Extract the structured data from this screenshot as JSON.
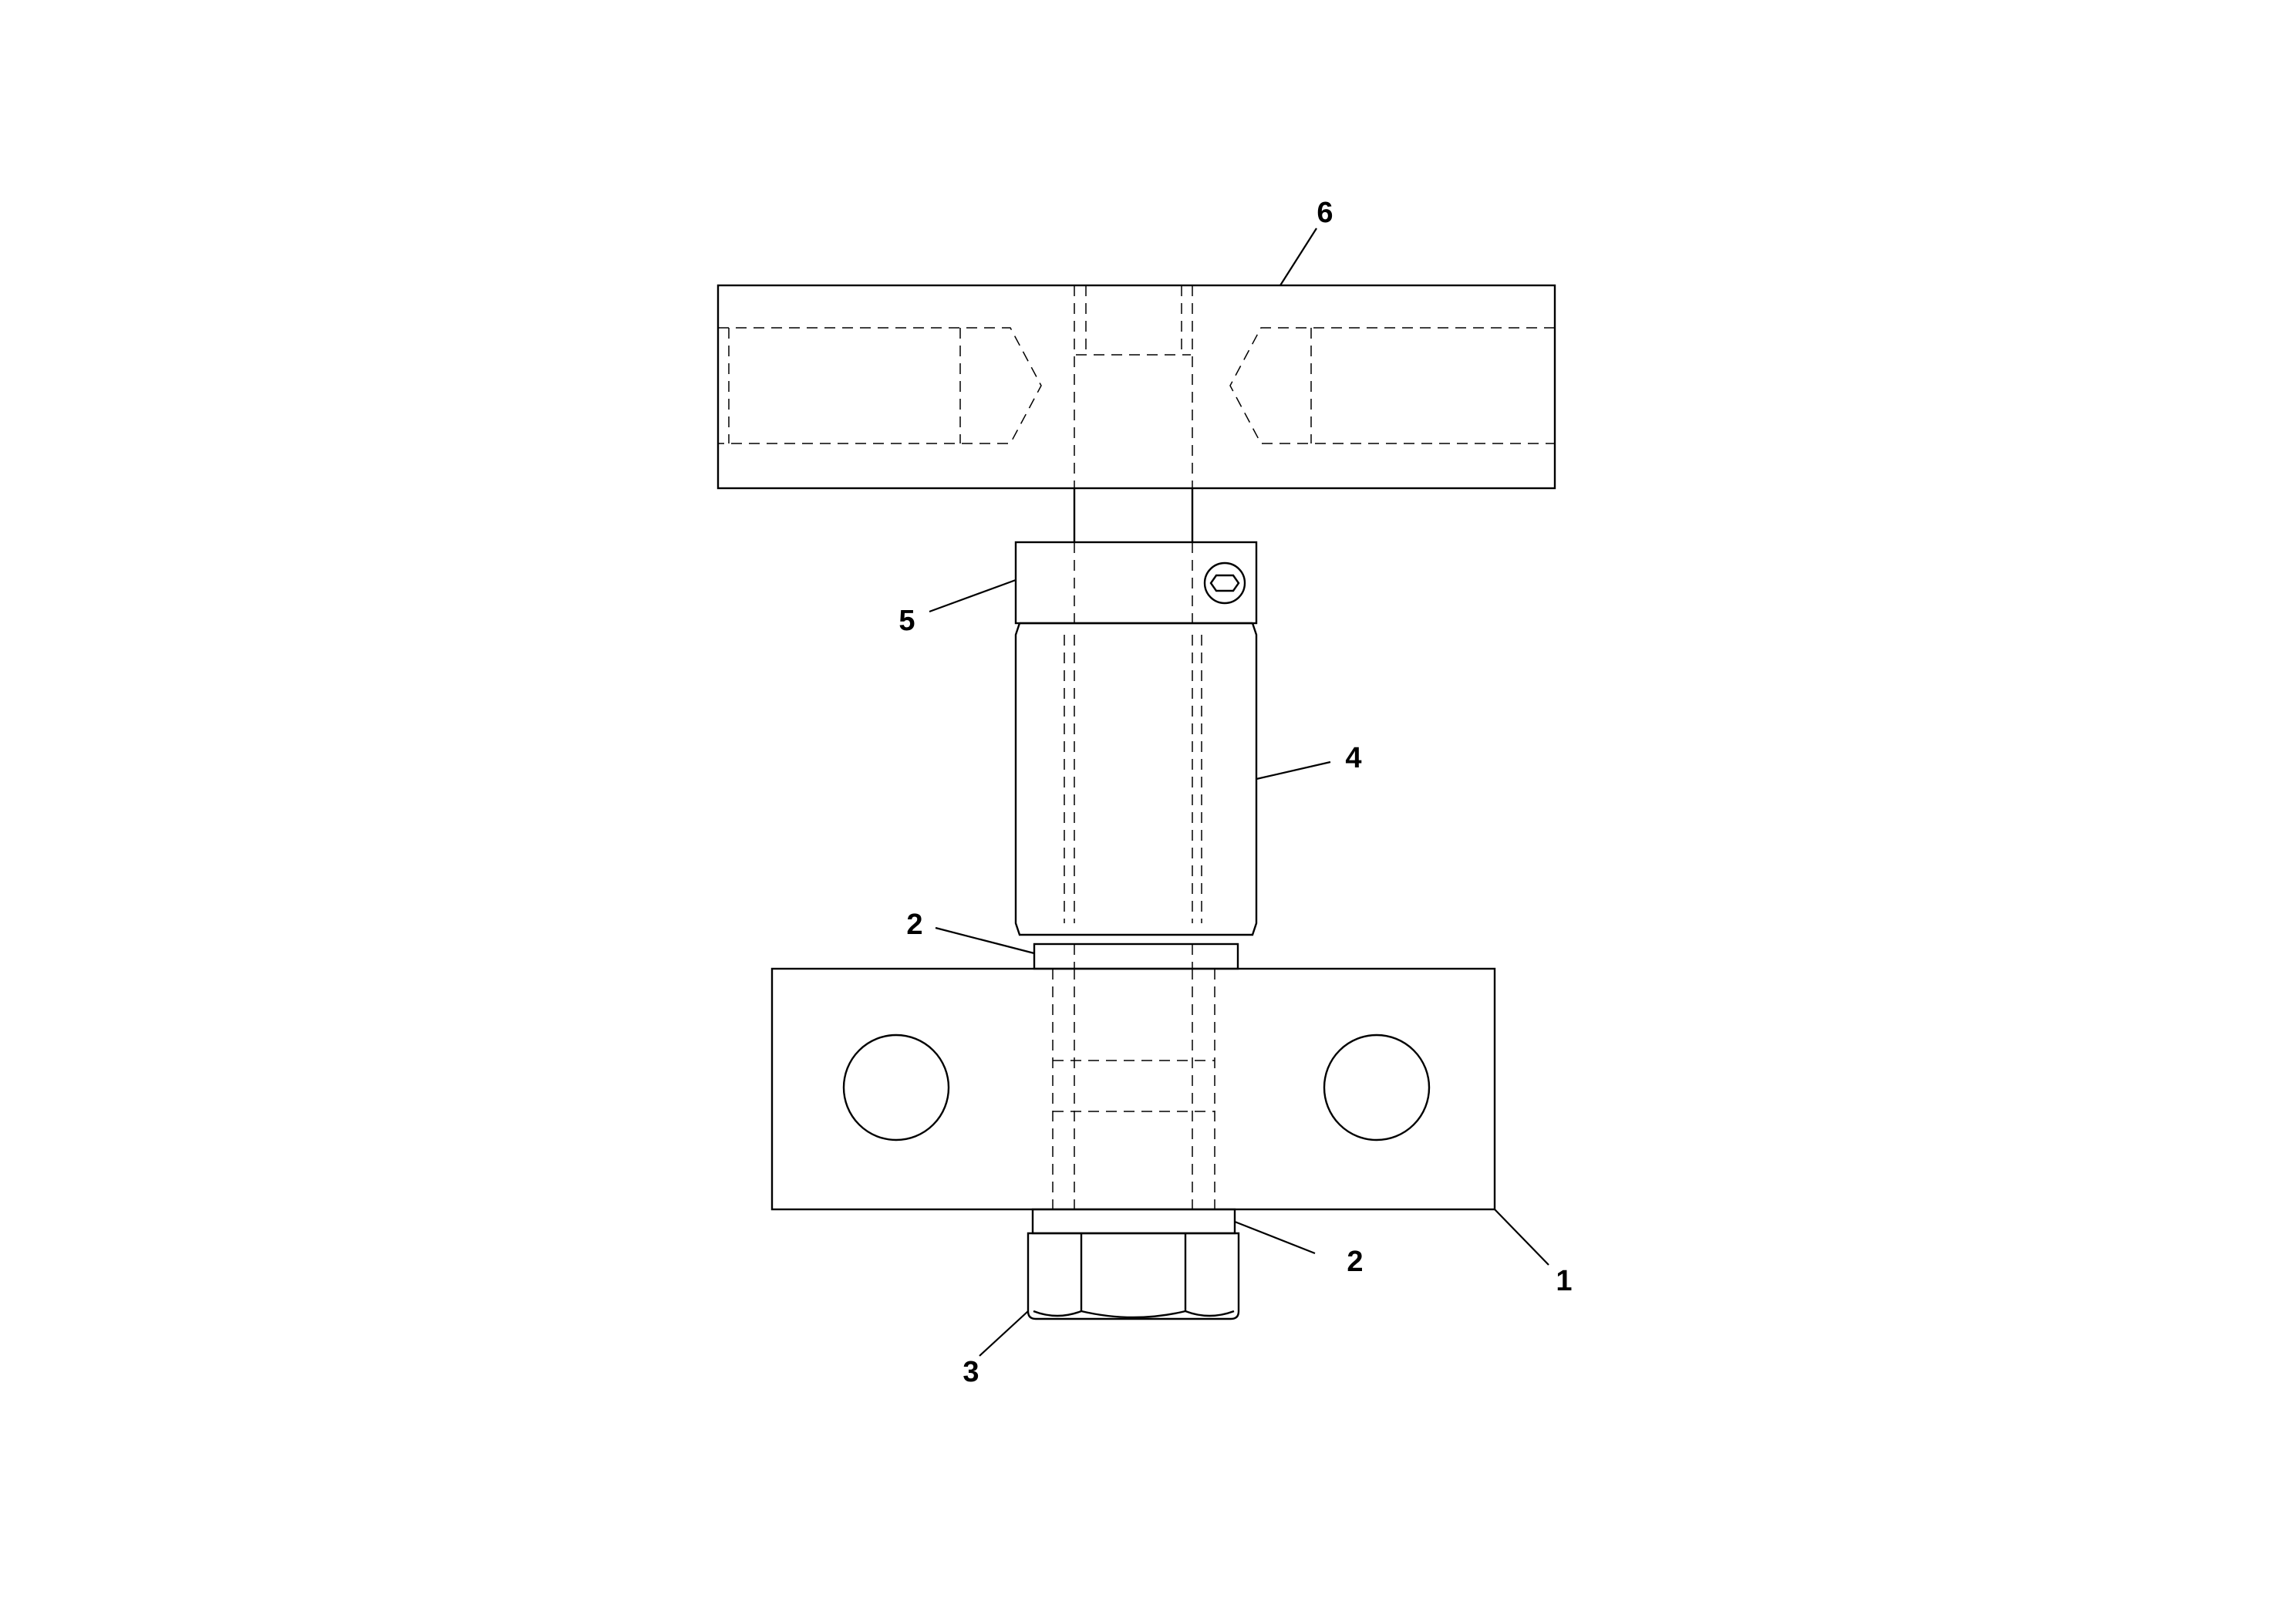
{
  "callouts": {
    "c1": "1",
    "c2a": "2",
    "c2b": "2",
    "c3": "3",
    "c4": "4",
    "c5": "5",
    "c6": "6"
  },
  "colors": {
    "line": "#000000",
    "background": "#ffffff"
  }
}
